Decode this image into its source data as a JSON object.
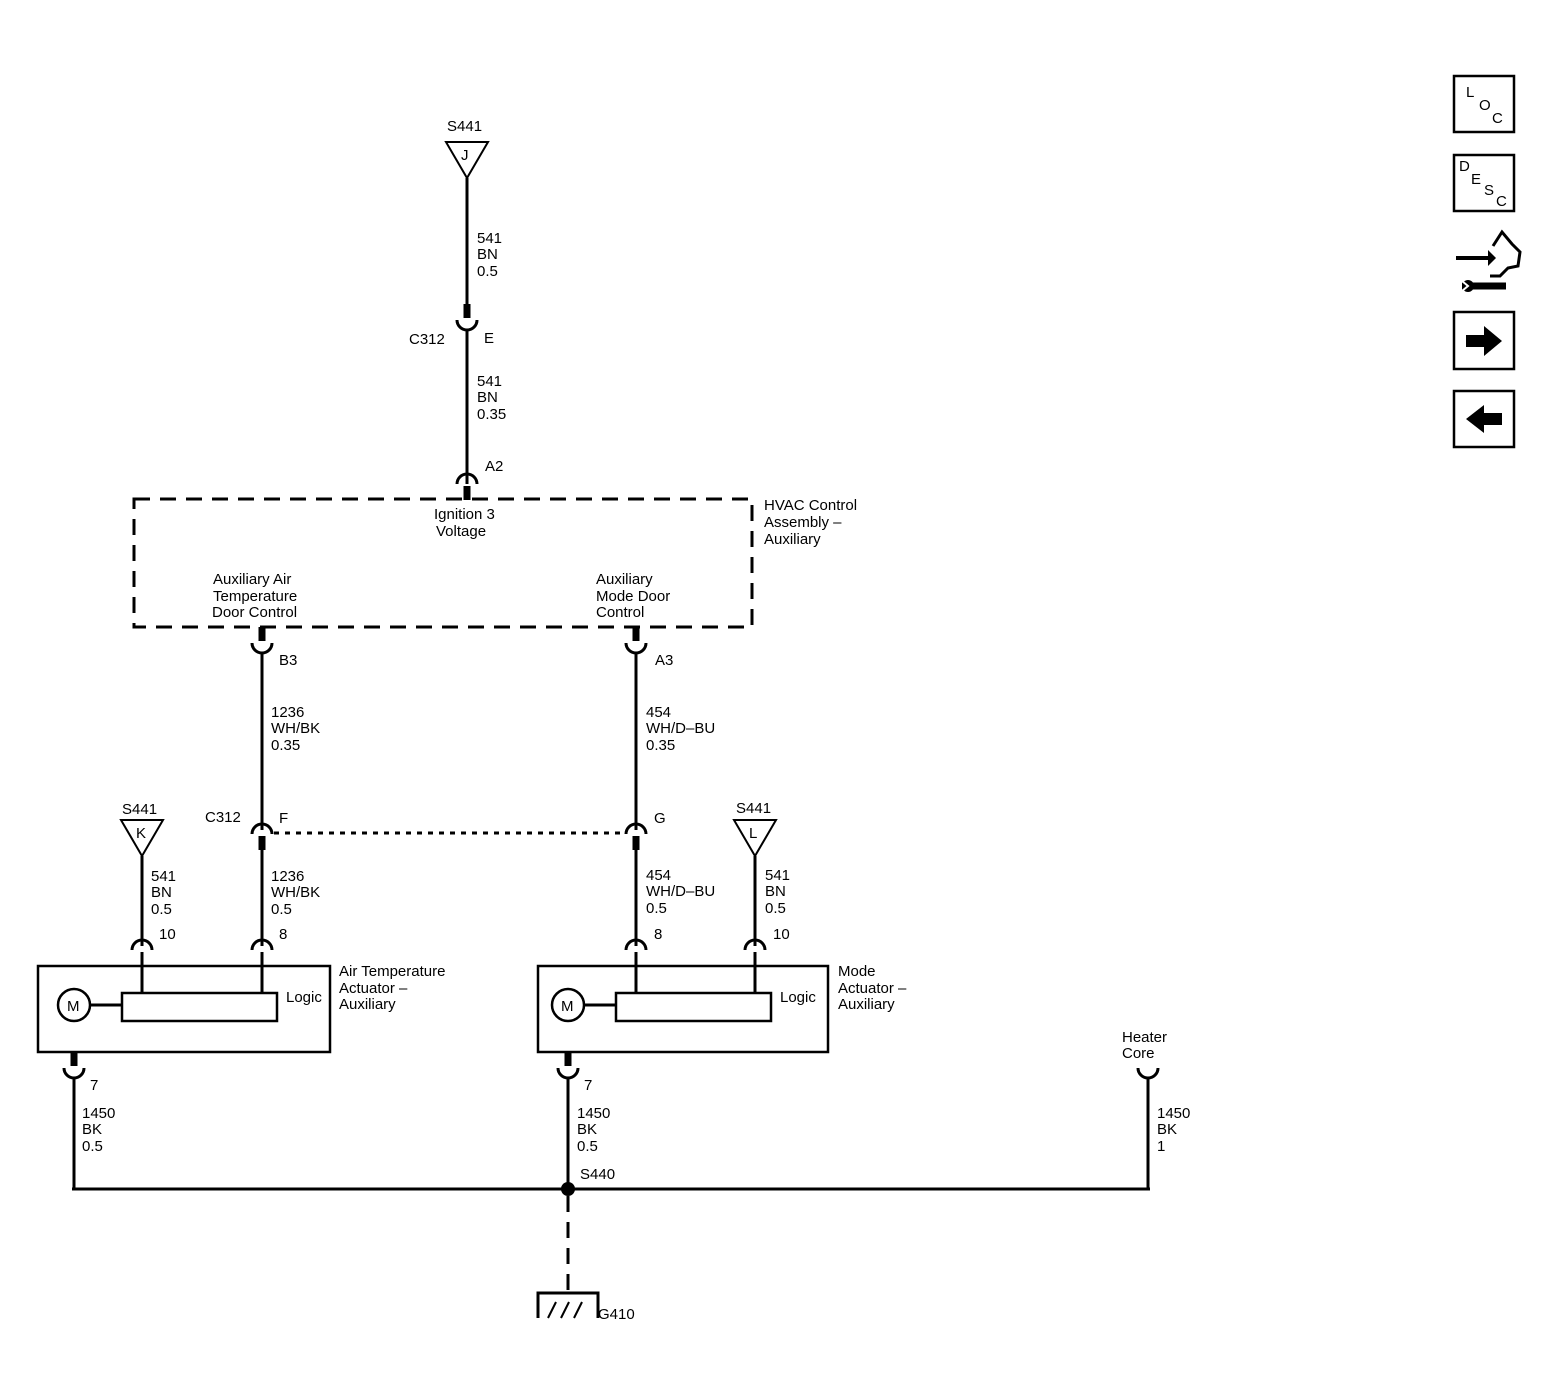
{
  "splice_s441": "S441",
  "splice_s440": "S440",
  "ground_g410": "G410",
  "connector_c312": "C312",
  "top_splice_letter": "J",
  "left_splice_letter": "K",
  "right_splice_letter": "L",
  "wire_top_1": [
    "541",
    "BN",
    "0.5"
  ],
  "wire_top_2": [
    "541",
    "BN",
    "0.35"
  ],
  "pin_e": "E",
  "pin_a2": "A2",
  "pin_b3": "B3",
  "pin_a3": "A3",
  "pin_f": "F",
  "pin_g": "G",
  "pin_10": "10",
  "pin_8": "8",
  "pin_7": "7",
  "hvac_label": [
    "HVAC Control",
    "Assembly –",
    "Auxiliary"
  ],
  "ignition_label": [
    "Ignition 3",
    "Voltage"
  ],
  "aux_air_label": [
    "Auxiliary Air",
    "Temperature",
    "Door Control"
  ],
  "aux_mode_label": [
    "Auxiliary",
    "Mode Door",
    "Control"
  ],
  "wire_1236_a": [
    "1236",
    "WH/BK",
    "0.35"
  ],
  "wire_454_a": [
    "454",
    "WH/D–BU",
    "0.35"
  ],
  "wire_541_k": [
    "541",
    "BN",
    "0.5"
  ],
  "wire_1236_b": [
    "1236",
    "WH/BK",
    "0.5"
  ],
  "wire_454_b": [
    "454",
    "WH/D–BU",
    "0.5"
  ],
  "wire_541_l": [
    "541",
    "BN",
    "0.5"
  ],
  "air_actuator_label": [
    "Air Temperature",
    "Actuator –",
    "Auxiliary"
  ],
  "mode_actuator_label": [
    "Mode",
    "Actuator –",
    "Auxiliary"
  ],
  "motor_letter": "M",
  "logic_label": "Logic",
  "heater_core_label": [
    "Heater",
    "Core"
  ],
  "wire_1450_left": [
    "1450",
    "BK",
    "0.5"
  ],
  "wire_1450_mid": [
    "1450",
    "BK",
    "0.5"
  ],
  "wire_1450_right": [
    "1450",
    "BK",
    "1"
  ],
  "nav": {
    "loc": [
      "L",
      "O",
      "C"
    ],
    "desc": [
      "D",
      "E",
      "S",
      "C"
    ],
    "tools_icon": "connector-tools-icon",
    "next_icon": "arrow-right-icon",
    "prev_icon": "arrow-left-icon"
  }
}
